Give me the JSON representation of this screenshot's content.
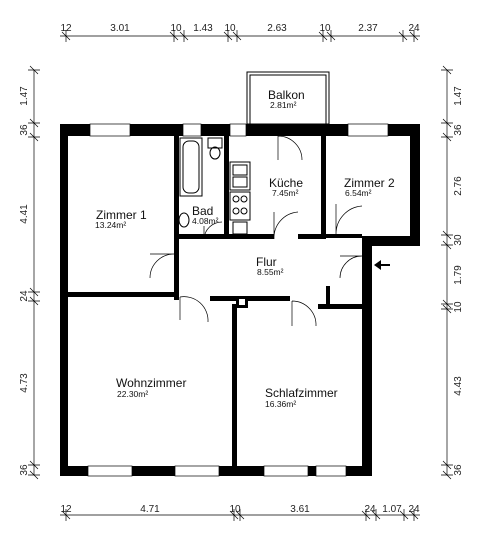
{
  "dimensions": {
    "top": [
      "12",
      "3.01",
      "10",
      "1.43",
      "10",
      "2.63",
      "10",
      "2.37",
      "24"
    ],
    "bottom": [
      "12",
      "4.71",
      "10",
      "3.61",
      "24",
      "1.07",
      "24"
    ],
    "left": [
      "1.47",
      "36",
      "4.41",
      "24",
      "4.73",
      "36"
    ],
    "right": [
      "1.47",
      "36",
      "2.76",
      "30",
      "1.79",
      "10",
      "4.43",
      "36"
    ]
  },
  "rooms": {
    "balkon": {
      "name": "Balkon",
      "area": "2.81m²"
    },
    "kueche": {
      "name": "Küche",
      "area": "7.45m²"
    },
    "zimmer2": {
      "name": "Zimmer 2",
      "area": "6.54m²"
    },
    "zimmer1": {
      "name": "Zimmer 1",
      "area": "13.24m²"
    },
    "bad": {
      "name": "Bad",
      "area": "4.08m²"
    },
    "flur": {
      "name": "Flur",
      "area": "8.55m²"
    },
    "wohnzimmer": {
      "name": "Wohnzimmer",
      "area": "22.30m²"
    },
    "schlafzimmer": {
      "name": "Schlafzimmer",
      "area": "16.36m²"
    }
  }
}
